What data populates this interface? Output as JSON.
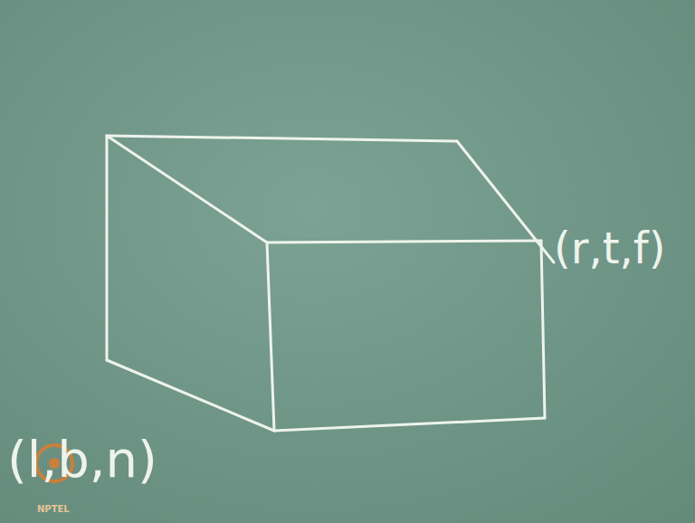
{
  "diagram": {
    "labels": [
      "(r,t,f)",
      "(l,b,n)",
      "NPTEL"
    ]
  }
}
